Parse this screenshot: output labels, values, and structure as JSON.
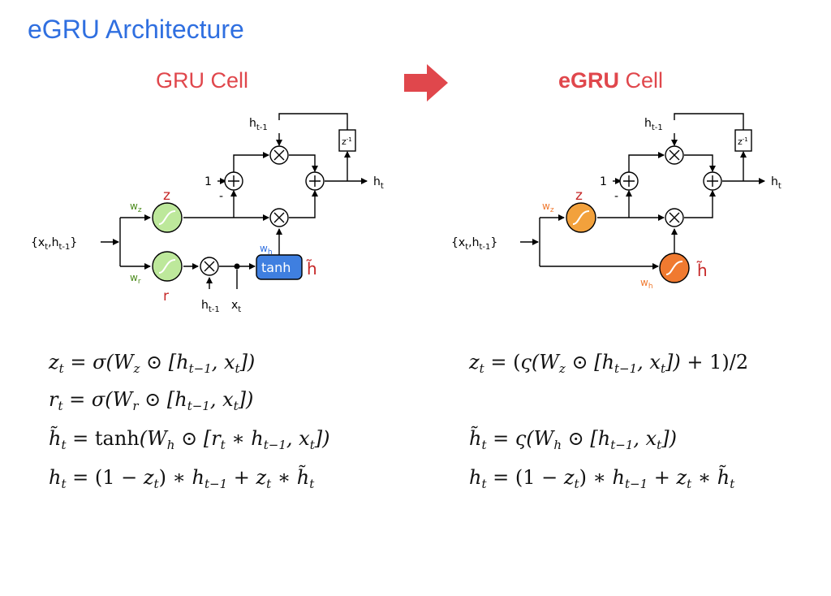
{
  "slide": {
    "title": "eGRU Architecture"
  },
  "arrow_color": "#e0474c",
  "gru_cell": {
    "title": "GRU Cell",
    "labels": {
      "input": "{x",
      "t": "t",
      "h": "h",
      "tm1": "t-1",
      "one": "1",
      "minus": "-",
      "z_gate": "z",
      "r_gate": "r",
      "wz": "w",
      "wz_sub": "z",
      "wr": "w",
      "wr_sub": "r",
      "wh": "w",
      "wh_sub": "h",
      "tanh": "tanh",
      "htilde": "h̃",
      "delay": "z",
      "delay_sup": "-1",
      "x": "x"
    },
    "colors": {
      "gate_fill": "#bde89b",
      "tanh_fill": "#3f7fe0",
      "z_label": "#c62828",
      "w_label": "#4a8a1a",
      "wh_label": "#2f6fe0"
    }
  },
  "egru_cell": {
    "title_bold": "eGRU",
    "title_rest": " Cell",
    "labels": {
      "z_gate": "z",
      "wz": "w",
      "wz_sub": "z",
      "wh": "w",
      "wh_sub": "h",
      "htilde": "h̃"
    },
    "colors": {
      "gate_fill": "#f2a13c",
      "h_fill": "#f07a30",
      "w_label": "#f07a30"
    }
  },
  "equations": {
    "gru": [
      "z_t = σ(W_z ⊙ [h_{t−1}, x_t])",
      "r_t = σ(W_r ⊙ [h_{t−1}, x_t])",
      "h̃_t = tanh(W_h ⊙ [r_t ∗ h_{t−1}, x_t])",
      "h_t = (1 − z_t) ∗ h_{t−1} + z_t ∗ h̃_t"
    ],
    "egru": [
      "z_t = (ς(W_z ⊙ [h_{t−1}, x_t]) + 1)/2",
      "h̃_t = ς(W_h ⊙ [h_{t−1}, x_t])",
      "h_t = (1 − z_t) ∗ h_{t−1} + z_t ∗ h̃_t"
    ]
  }
}
